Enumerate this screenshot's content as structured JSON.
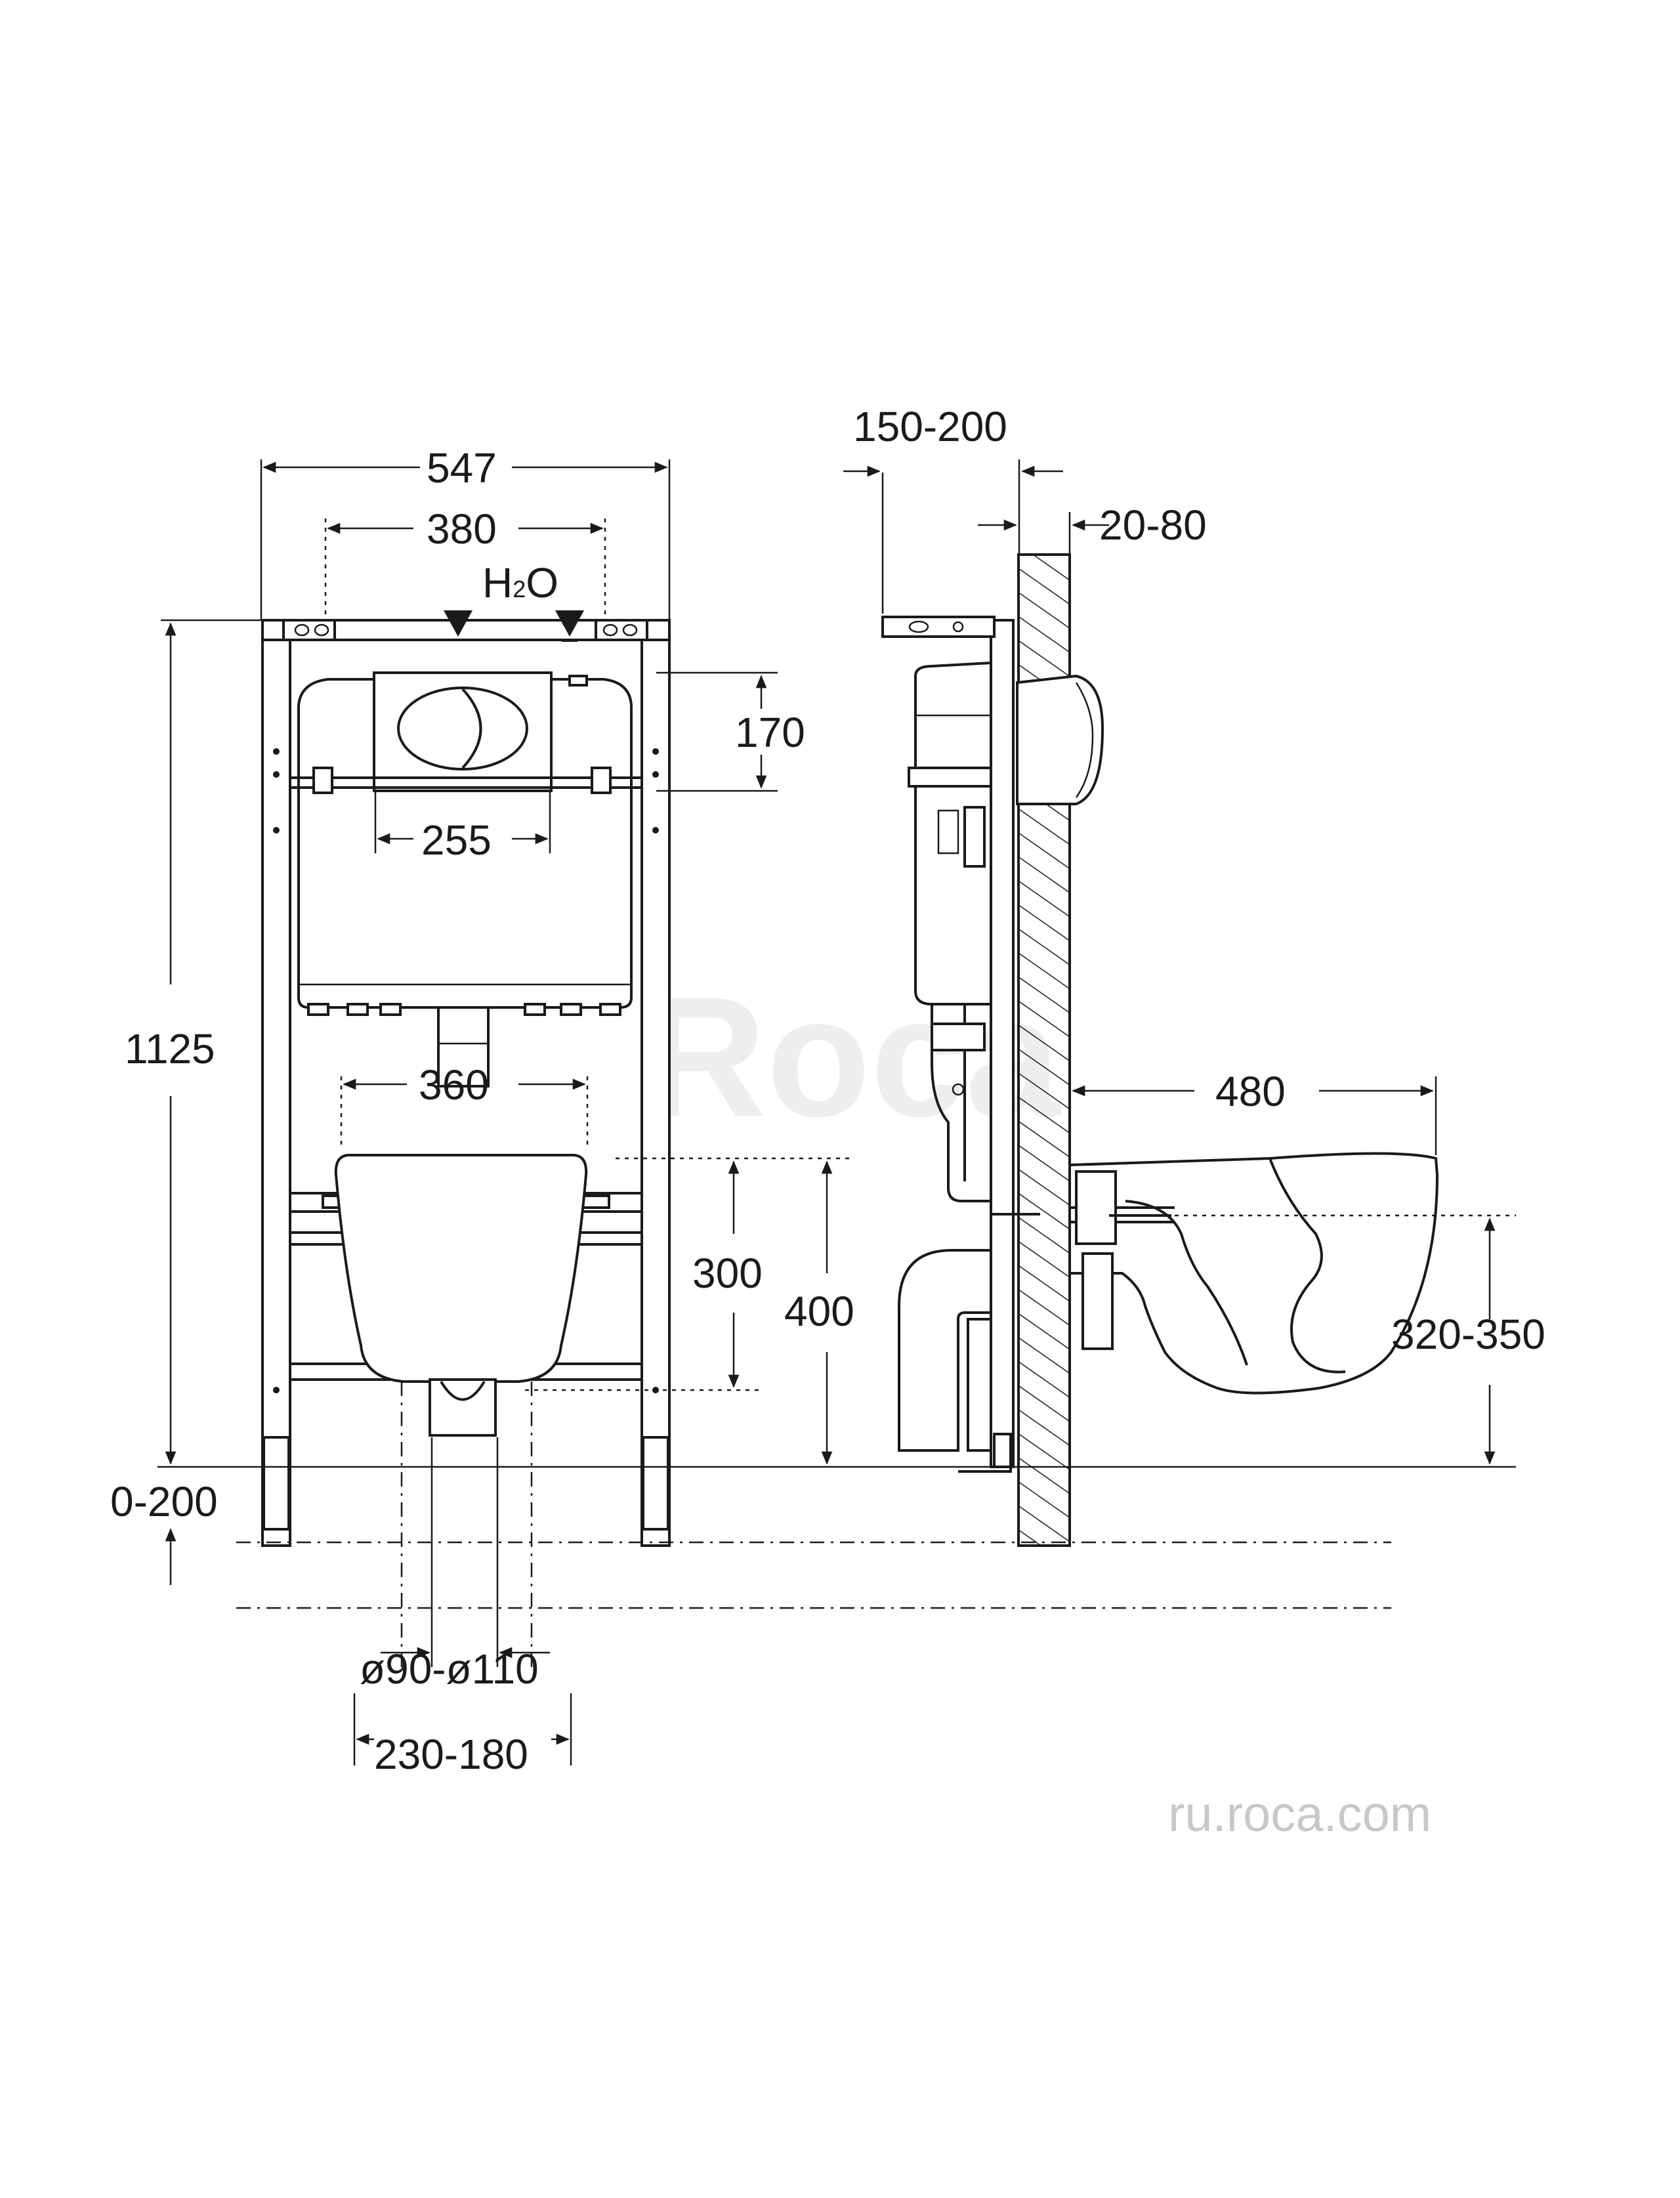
{
  "labels": {
    "width_total": "547",
    "width_inner": "380",
    "water_label": "H",
    "water_sub": "2",
    "water_o": "O",
    "button_height": "170",
    "button_width": "255",
    "total_height": "1125",
    "bolt_spacing": "360",
    "outlet_height": "300",
    "bowl_height": "400",
    "floor_range": "0-200",
    "pipe_diameter": "ø90-ø110",
    "pipe_offset": "230-180",
    "depth_range": "150-200",
    "wall_range": "20-80",
    "bowl_depth": "480",
    "seat_height": "320-350"
  },
  "watermark": {
    "brand": "Roca",
    "site": "ru.roca.com"
  }
}
